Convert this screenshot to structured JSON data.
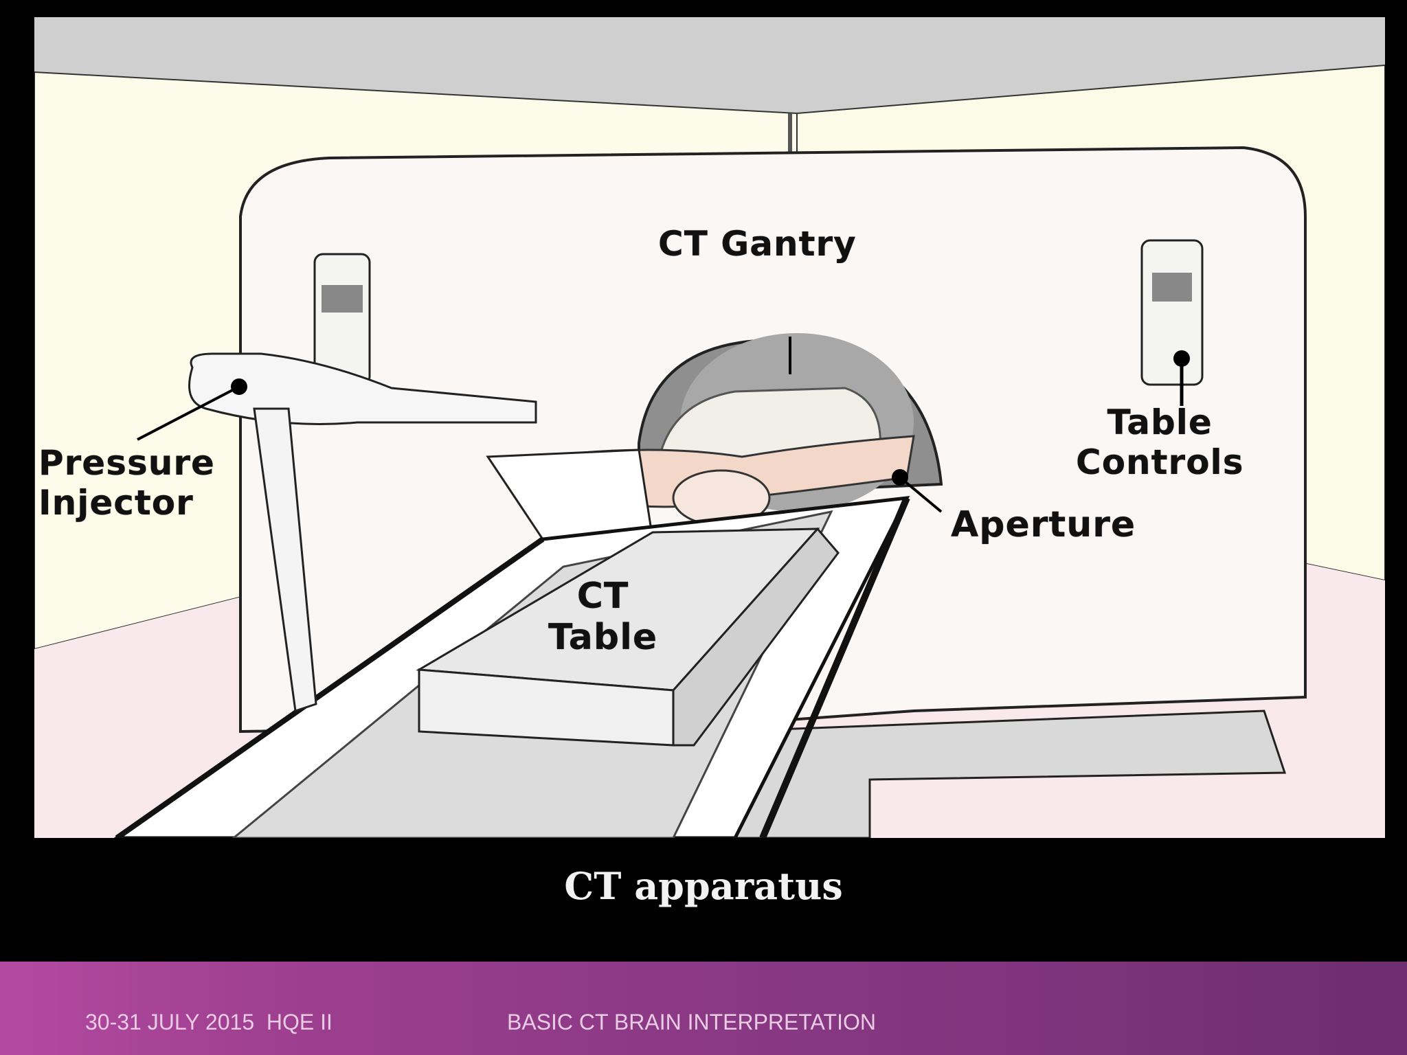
{
  "figure": {
    "labels": {
      "gantry": "CT Gantry",
      "table_controls_line1": "Table",
      "table_controls_line2": "Controls",
      "injector_line1": "Pressure",
      "injector_line2": "Injector",
      "aperture": "Aperture",
      "table_line1": "CT",
      "table_line2": "Table"
    },
    "caption": "CT apparatus"
  },
  "footer": {
    "left_text": "30-31 JULY 2015  HQE II",
    "right_text": "BASIC CT BRAIN INTERPRETATION"
  },
  "colors": {
    "background": "#000000",
    "footer_gradient_start": "#b34aa2",
    "footer_gradient_end": "#6d2d6e",
    "wall": "#fdfdf0",
    "ceiling": "#cfcfcf",
    "floor": "#f9e9ec",
    "gantry_face": "#fbf7f5",
    "aperture": "#8f8f8f"
  }
}
